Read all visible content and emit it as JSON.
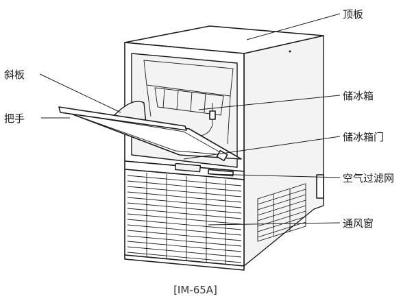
{
  "labels": {
    "top_panel": "顶板",
    "slant_panel": "斜板",
    "ice_bin": "储冰箱",
    "handle": "把手",
    "ice_bin_door": "储冰箱门",
    "air_filter": "空气过滤网",
    "vent_window": "通风窗"
  },
  "caption": "[IM-65A]",
  "colors": {
    "line": "#1a1a1a",
    "background": "#ffffff"
  }
}
